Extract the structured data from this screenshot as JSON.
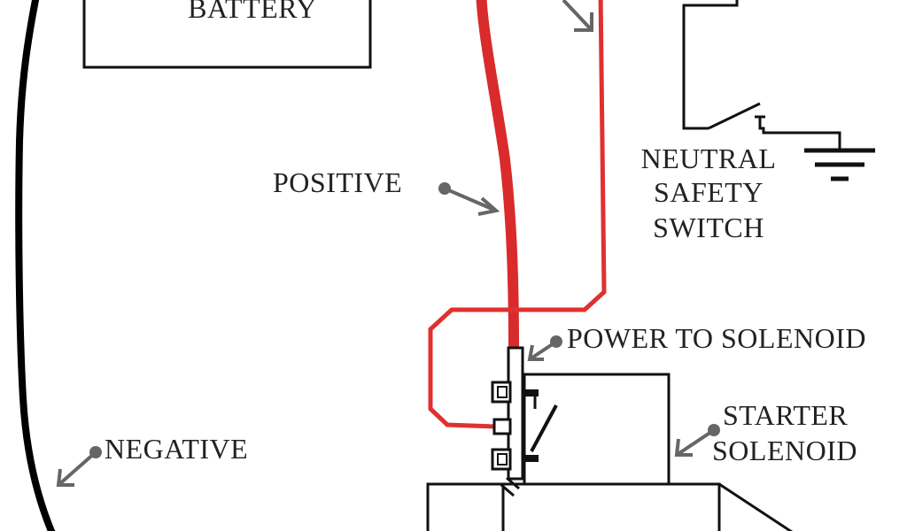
{
  "labels": {
    "battery": "BATTERY",
    "positive": "POSITIVE",
    "negative": "NEGATIVE",
    "neutral_safety_switch_line1": "NEUTRAL",
    "neutral_safety_switch_line2": "SAFETY",
    "neutral_safety_switch_line3": "SWITCH",
    "power_to_solenoid": "POWER TO SOLENOID",
    "starter_solenoid_line1": "STARTER",
    "starter_solenoid_line2": "SOLENOID"
  },
  "colors": {
    "positive_wire": "#d92b2b",
    "negative_wire": "#000000",
    "signal_wire": "#e03030",
    "pointer": "#666666",
    "outline": "#111111",
    "text": "#222222"
  },
  "icons": {
    "ground": "ground-symbol-icon",
    "switch": "open-switch-icon",
    "pointer": "arrow-pointer-icon"
  }
}
